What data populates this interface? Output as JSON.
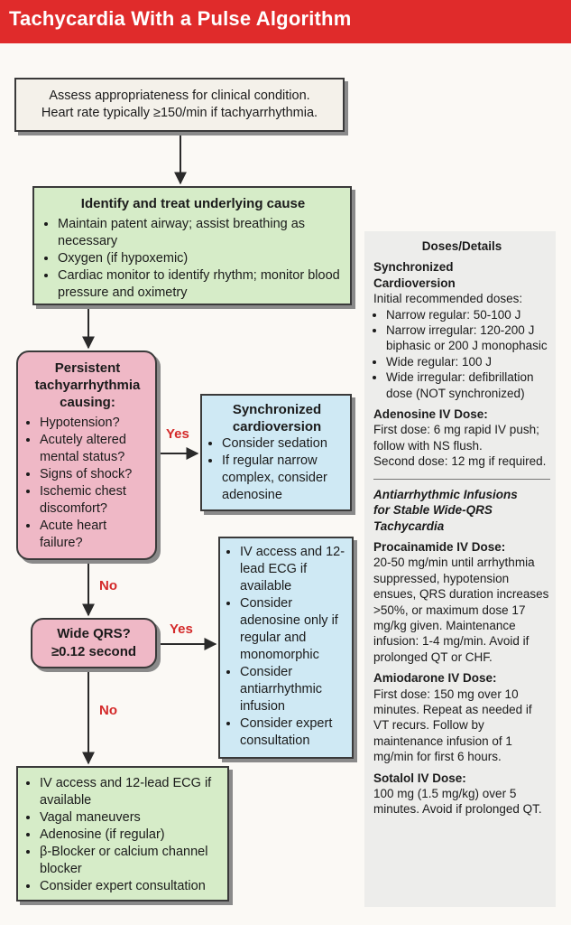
{
  "header": {
    "title": "Tachycardia With a Pulse Algorithm",
    "color": "#e02b2b"
  },
  "assess": {
    "lines": [
      "Assess appropriateness for clinical condition.",
      "Heart rate typically ≥150/min if tachyarrhythmia."
    ]
  },
  "identify": {
    "title": "Identify and treat underlying cause",
    "items": [
      "Maintain patent airway; assist breathing as necessary",
      "Oxygen (if hypoxemic)",
      "Cardiac monitor to identify rhythm; monitor blood pressure and oximetry"
    ]
  },
  "persistent": {
    "title_lines": [
      "Persistent",
      "tachyarrhythmia",
      "causing:"
    ],
    "items": [
      "Hypotension?",
      "Acutely altered mental status?",
      "Signs of shock?",
      "Ischemic chest discomfort?",
      "Acute heart failure?"
    ]
  },
  "sync": {
    "title_lines": [
      "Synchronized",
      "cardioversion"
    ],
    "items": [
      "Consider sedation",
      "If regular narrow complex, consider adenosine"
    ]
  },
  "wide_qrs": {
    "title": "Wide QRS?",
    "sub": "≥0.12 second"
  },
  "wide_actions": {
    "items": [
      "IV access and 12-lead ECG if available",
      "Consider adenosine only if regular and monomorphic",
      "Consider antiarrhythmic infusion",
      "Consider expert consultation"
    ]
  },
  "narrow_actions": {
    "items": [
      "IV access and 12-lead ECG if available",
      "Vagal maneuvers",
      "Adenosine (if regular)",
      "β-Blocker or calcium channel blocker",
      "Consider expert consultation"
    ]
  },
  "labels": {
    "yes1": "Yes",
    "no1": "No",
    "yes2": "Yes",
    "no2": "No"
  },
  "doses": {
    "title": "Doses/Details",
    "sync_heading_lines": [
      "Synchronized",
      "Cardioversion"
    ],
    "sync_intro": "Initial recommended doses:",
    "sync_items": [
      "Narrow regular: 50-100 J",
      "Narrow irregular: 120-200 J biphasic or 200 J monophasic",
      "Wide regular: 100 J",
      "Wide irregular: defibrillation dose (NOT synchronized)"
    ],
    "adenosine_heading": "Adenosine IV Dose:",
    "adenosine_text": "First dose: 6 mg rapid IV push; follow with NS flush.",
    "adenosine_text2": "Second dose: 12 mg if required.",
    "infusion_heading_lines": [
      "Antiarrhythmic Infusions",
      "for Stable Wide-QRS",
      "Tachycardia"
    ],
    "procainamide_heading": "Procainamide IV Dose:",
    "procainamide_text": "20-50 mg/min until arrhythmia suppressed, hypotension ensues, QRS duration increases >50%, or maximum dose 17 mg/kg given. Maintenance infusion: 1-4 mg/min. Avoid if prolonged QT or CHF.",
    "amiodarone_heading": "Amiodarone IV Dose:",
    "amiodarone_text": "First dose: 150 mg over 10 minutes. Repeat as needed if VT recurs. Follow by maintenance infusion of 1 mg/min for first 6 hours.",
    "sotalol_heading": "Sotalol IV Dose:",
    "sotalol_text": "100 mg (1.5 mg/kg) over 5 minutes. Avoid if prolonged QT."
  },
  "colors": {
    "green": "#d6ecc8",
    "pink": "#efb8c6",
    "blue": "#cfe9f4",
    "panel": "#ededeb",
    "label_red": "#d42a2a"
  }
}
